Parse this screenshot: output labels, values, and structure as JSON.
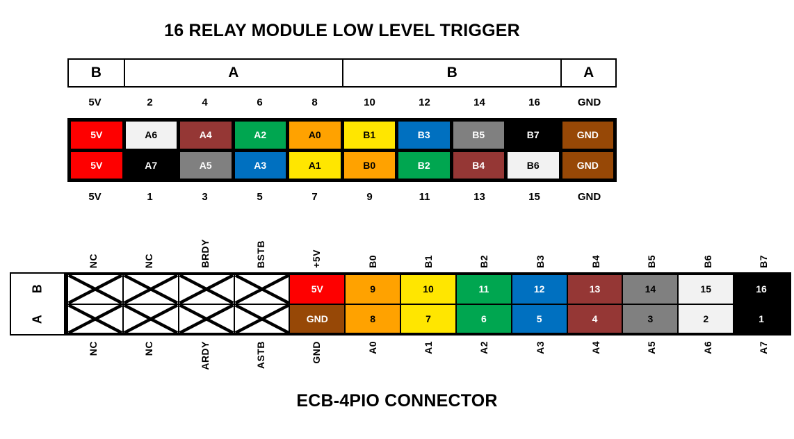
{
  "colors": {
    "red": "#FE0000",
    "light": "#F2F2F2",
    "maroon": "#953735",
    "green": "#00A650",
    "orange": "#FFA200",
    "yellow": "#FFE600",
    "blue": "#0070C0",
    "gray": "#808080",
    "black": "#000000",
    "brown": "#974806"
  },
  "top": {
    "title": "16 RELAY MODULE LOW LEVEL TRIGGER",
    "groups": [
      {
        "label": "B",
        "span": 1
      },
      {
        "label": "A",
        "span": 4
      },
      {
        "label": "B",
        "span": 4
      },
      {
        "label": "A",
        "span": 1
      }
    ],
    "pin_numbers_top": [
      "5V",
      "2",
      "4",
      "6",
      "8",
      "10",
      "12",
      "14",
      "16",
      "GND"
    ],
    "pin_numbers_bottom": [
      "5V",
      "1",
      "3",
      "5",
      "7",
      "9",
      "11",
      "13",
      "15",
      "GND"
    ],
    "rows": [
      [
        {
          "label": "5V",
          "color": "red",
          "fg": "light"
        },
        {
          "label": "A6",
          "color": "light",
          "fg": "dark"
        },
        {
          "label": "A4",
          "color": "maroon",
          "fg": "light"
        },
        {
          "label": "A2",
          "color": "green",
          "fg": "light"
        },
        {
          "label": "A0",
          "color": "orange",
          "fg": "dark"
        },
        {
          "label": "B1",
          "color": "yellow",
          "fg": "dark"
        },
        {
          "label": "B3",
          "color": "blue",
          "fg": "light"
        },
        {
          "label": "B5",
          "color": "gray",
          "fg": "light"
        },
        {
          "label": "B7",
          "color": "black",
          "fg": "light"
        },
        {
          "label": "GND",
          "color": "brown",
          "fg": "light"
        }
      ],
      [
        {
          "label": "5V",
          "color": "red",
          "fg": "light"
        },
        {
          "label": "A7",
          "color": "black",
          "fg": "light"
        },
        {
          "label": "A5",
          "color": "gray",
          "fg": "light"
        },
        {
          "label": "A3",
          "color": "blue",
          "fg": "light"
        },
        {
          "label": "A1",
          "color": "yellow",
          "fg": "dark"
        },
        {
          "label": "B0",
          "color": "orange",
          "fg": "dark"
        },
        {
          "label": "B2",
          "color": "green",
          "fg": "light"
        },
        {
          "label": "B4",
          "color": "maroon",
          "fg": "light"
        },
        {
          "label": "B6",
          "color": "light",
          "fg": "dark"
        },
        {
          "label": "GND",
          "color": "brown",
          "fg": "light"
        }
      ]
    ]
  },
  "bottom": {
    "title": "ECB-4PIO CONNECTOR",
    "row_labels": [
      "B",
      "A"
    ],
    "top_labels": [
      "NC",
      "NC",
      "BRDY",
      "BSTB",
      "+5V",
      "B0",
      "B1",
      "B2",
      "B3",
      "B4",
      "B5",
      "B6",
      "B7"
    ],
    "bottom_labels": [
      "NC",
      "NC",
      "ARDY",
      "ASTB",
      "GND",
      "A0",
      "A1",
      "A2",
      "A3",
      "A4",
      "A5",
      "A6",
      "A7"
    ],
    "rows": [
      [
        {
          "crossed": true
        },
        {
          "crossed": true
        },
        {
          "crossed": true
        },
        {
          "crossed": true
        },
        {
          "label": "5V",
          "color": "red",
          "fg": "light"
        },
        {
          "label": "9",
          "color": "orange",
          "fg": "dark"
        },
        {
          "label": "10",
          "color": "yellow",
          "fg": "dark"
        },
        {
          "label": "11",
          "color": "green",
          "fg": "light"
        },
        {
          "label": "12",
          "color": "blue",
          "fg": "light"
        },
        {
          "label": "13",
          "color": "maroon",
          "fg": "light"
        },
        {
          "label": "14",
          "color": "gray",
          "fg": "dark"
        },
        {
          "label": "15",
          "color": "light",
          "fg": "dark"
        },
        {
          "label": "16",
          "color": "black",
          "fg": "light"
        }
      ],
      [
        {
          "crossed": true
        },
        {
          "crossed": true
        },
        {
          "crossed": true
        },
        {
          "crossed": true
        },
        {
          "label": "GND",
          "color": "brown",
          "fg": "light"
        },
        {
          "label": "8",
          "color": "orange",
          "fg": "dark"
        },
        {
          "label": "7",
          "color": "yellow",
          "fg": "dark"
        },
        {
          "label": "6",
          "color": "green",
          "fg": "light"
        },
        {
          "label": "5",
          "color": "blue",
          "fg": "light"
        },
        {
          "label": "4",
          "color": "maroon",
          "fg": "light"
        },
        {
          "label": "3",
          "color": "gray",
          "fg": "dark"
        },
        {
          "label": "2",
          "color": "light",
          "fg": "dark"
        },
        {
          "label": "1",
          "color": "black",
          "fg": "light"
        }
      ]
    ]
  }
}
